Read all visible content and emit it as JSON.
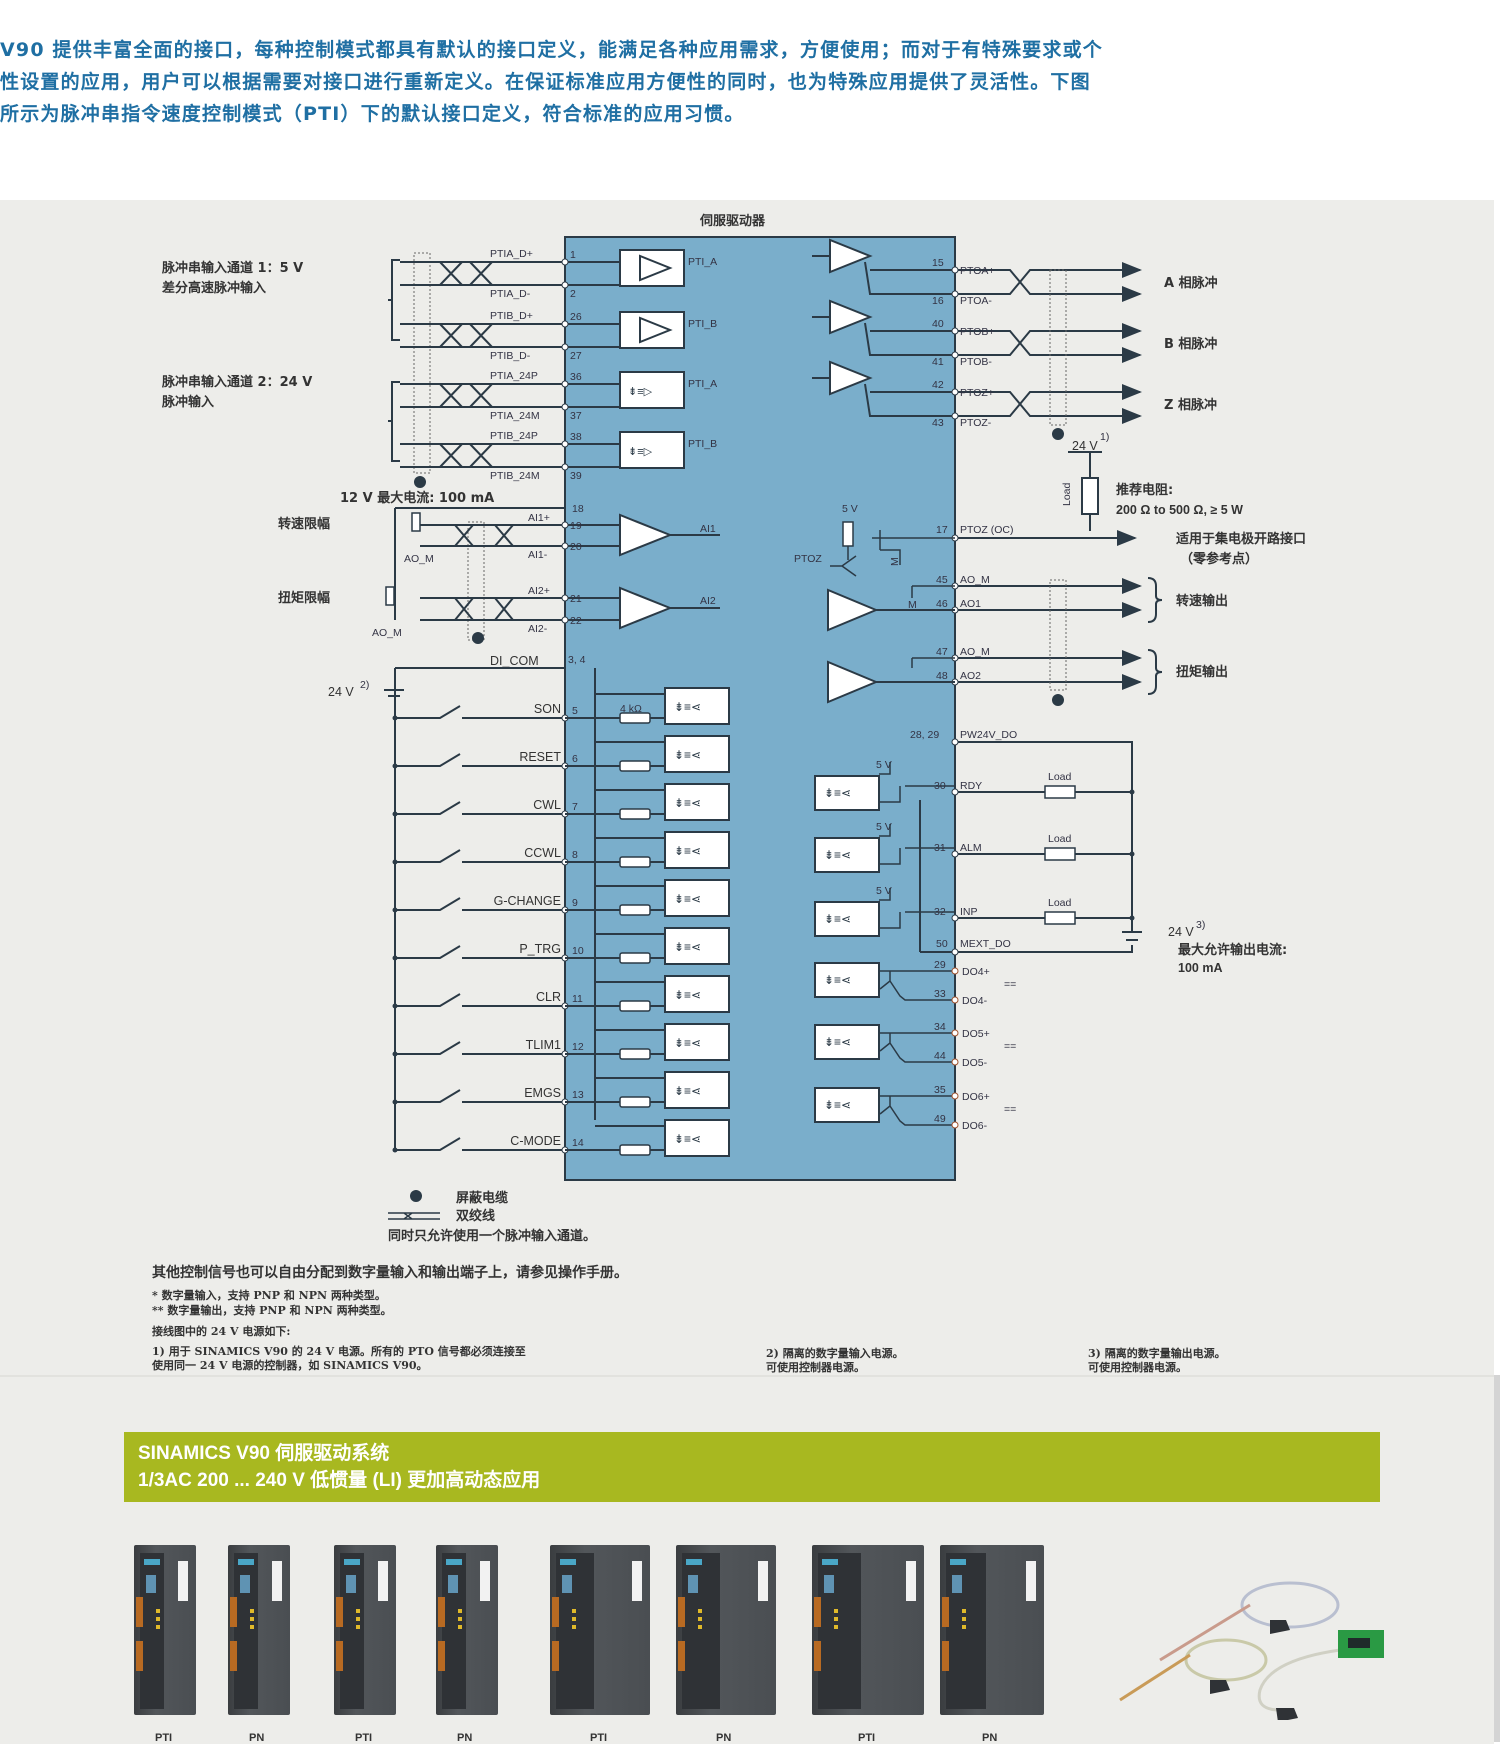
{
  "intro": {
    "lines": [
      "V90 提供丰富全面的接口，每种控制模式都具有默认的接口定义，能满足各种应用需求，方便使用；而对于有特殊要求或个",
      "性设置的应用，用户可以根据需要对接口进行重新定义。在保证标准应用方便性的同时，也为特殊应用提供了灵活性。下图",
      "所示为脉冲串指令速度控制模式（PTI）下的默认接口定义，符合标准的应用习惯。"
    ]
  },
  "diagram": {
    "title": "伺服驱动器",
    "colors": {
      "drive_body": "#7aaecb",
      "wire": "#2b3a46",
      "panel_bg": "#ededea"
    },
    "pulse_inputs": {
      "channel1_label": [
        "脉冲串输入通道 1：5 V",
        "差分高速脉冲输入"
      ],
      "channel2_label": [
        "脉冲串输入通道 2：24 V",
        "脉冲输入"
      ],
      "signals": [
        {
          "name": "PTIA_D+",
          "pin": "1",
          "internal": "PTI_A"
        },
        {
          "name": "PTIA_D-",
          "pin": "2"
        },
        {
          "name": "PTIB_D+",
          "pin": "26",
          "internal": "PTI_B"
        },
        {
          "name": "PTIB_D-",
          "pin": "27"
        },
        {
          "name": "PTIA_24P",
          "pin": "36",
          "internal": "PTI_A"
        },
        {
          "name": "PTIA_24M",
          "pin": "37"
        },
        {
          "name": "PTIB_24P",
          "pin": "38",
          "internal": "PTI_B"
        },
        {
          "name": "PTIB_24M",
          "pin": "39"
        }
      ]
    },
    "analog_inputs": {
      "supply_label": "12 V 最大电流: 100 mA",
      "supply_pin": "18",
      "speed_limit_label": "转速限幅",
      "torque_limit_label": "扭矩限幅",
      "ao_m_label": "AO_M",
      "signals": [
        {
          "name": "AI1+",
          "pin": "19",
          "internal": "AI1"
        },
        {
          "name": "AI1-",
          "pin": "20"
        },
        {
          "name": "AI2+",
          "pin": "21",
          "internal": "AI2"
        },
        {
          "name": "AI2-",
          "pin": "22"
        }
      ]
    },
    "digital_inputs": {
      "common": {
        "name": "DI_COM",
        "pin": "3, 4",
        "mark": "*"
      },
      "supply_label": "24 V",
      "supply_note": "2)",
      "resistor_label": "4 kΩ",
      "signals": [
        {
          "name": "SON",
          "pin": "5"
        },
        {
          "name": "RESET",
          "pin": "6"
        },
        {
          "name": "CWL",
          "pin": "7"
        },
        {
          "name": "CCWL",
          "pin": "8"
        },
        {
          "name": "G-CHANGE",
          "pin": "9"
        },
        {
          "name": "P_TRG",
          "pin": "10"
        },
        {
          "name": "CLR",
          "pin": "11"
        },
        {
          "name": "TLIM1",
          "pin": "12"
        },
        {
          "name": "EMGS",
          "pin": "13"
        },
        {
          "name": "C-MODE",
          "pin": "14"
        }
      ]
    },
    "pulse_outputs": {
      "signals": [
        {
          "plus": "PTOA+",
          "plus_pin": "15",
          "minus": "PTOA-",
          "minus_pin": "16",
          "label": "A 相脉冲"
        },
        {
          "plus": "PTOB+",
          "plus_pin": "40",
          "minus": "PTOB-",
          "minus_pin": "41",
          "label": "B 相脉冲"
        },
        {
          "plus": "PTOZ+",
          "plus_pin": "42",
          "minus": "PTOZ-",
          "minus_pin": "43",
          "label": "Z 相脉冲"
        }
      ],
      "supply_label": "24 V",
      "supply_note": "1)",
      "load_label": "Load",
      "resistor_note": [
        "推荐电阻:",
        "200 Ω to 500 Ω, ≥ 5 W"
      ],
      "oc": {
        "name": "PTOZ (OC)",
        "pin": "17",
        "label": [
          "适用于集电极开路接口",
          "（零参考点）"
        ]
      },
      "internal_5v": "5 V",
      "internal_ptoz": "PTOZ",
      "internal_m": "M"
    },
    "analog_outputs": {
      "signals": [
        {
          "name": "AO_M",
          "pin": "45"
        },
        {
          "name": "AO1",
          "pin": "46"
        },
        {
          "name": "AO_M",
          "pin": "47"
        },
        {
          "name": "AO2",
          "pin": "48"
        }
      ],
      "speed_out_label": "转速输出",
      "torque_out_label": "扭矩输出",
      "m_label": "M"
    },
    "digital_outputs": {
      "supply": {
        "name": "PW24V_DO",
        "pin": "28, 29"
      },
      "five_v": "5 V",
      "load_label": "Load",
      "relays": [
        {
          "name": "RDY",
          "pin": "30"
        },
        {
          "name": "ALM",
          "pin": "31"
        },
        {
          "name": "INP",
          "pin": "32"
        }
      ],
      "mext": {
        "name": "MEXT_DO",
        "pin": "50"
      },
      "ext_supply": {
        "label": "24 V",
        "note": "3)",
        "current_label": "最大允许输出电流:",
        "current_value": "100 mA"
      },
      "pairs": [
        {
          "plus": "DO4+",
          "plus_pin": "29",
          "minus": "DO4-",
          "minus_pin": "33"
        },
        {
          "plus": "DO5+",
          "plus_pin": "34",
          "minus": "DO5-",
          "minus_pin": "44"
        },
        {
          "plus": "DO6+",
          "plus_pin": "35",
          "minus": "DO6-",
          "minus_pin": "49"
        }
      ],
      "pair_mark": "=="
    },
    "legend": {
      "shield": "屏蔽电缆",
      "twisted": "双绞线",
      "one_channel": "同时只允许使用一个脉冲输入通道。"
    },
    "notes": {
      "main": "其他控制信号也可以自由分配到数字量输入和输出端子上，请参见操作手册。",
      "star1": "*  数字量输入，支持 PNP 和 NPN 两种类型。",
      "star2": "** 数字量输出，支持 PNP 和 NPN 两种类型。",
      "supply_heading": "接线图中的 24 V 电源如下:",
      "fn1": [
        "1) 用于 SINAMICS V90 的 24 V 电源。所有的 PTO 信号都必须连接至",
        "使用同一 24 V 电源的控制器，如 SINAMICS V90。"
      ],
      "fn2": [
        "2) 隔离的数字量输入电源。",
        "可使用控制器电源。"
      ],
      "fn3": [
        "3) 隔离的数字量输出电源。",
        "可使用控制器电源。"
      ]
    }
  },
  "products": {
    "banner_title": "SINAMICS V90 伺服驱动系统",
    "banner_subtitle": "1/3AC 200 ... 240 V 低惯量 (LI) 更加高动态应用",
    "banner_color": "#a8b820",
    "drive_labels": [
      "PTI",
      "PN",
      "PTI",
      "PN",
      "PTI",
      "PN",
      "PTI",
      "PN"
    ],
    "accessory": "cables-and-breakout-board"
  }
}
